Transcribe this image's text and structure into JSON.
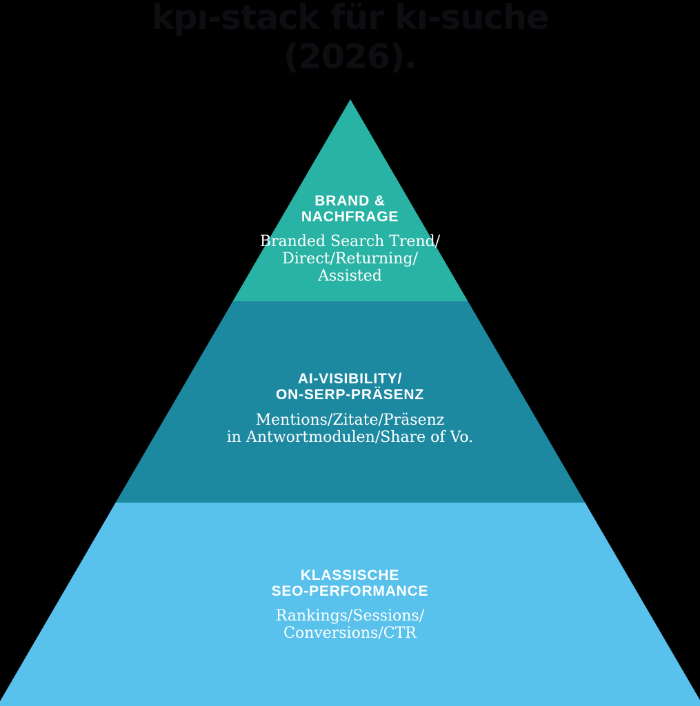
{
  "page": {
    "background_color": "#000000",
    "text_color": "#ffffff"
  },
  "title": {
    "line1": "kpı-stack für kı-suche",
    "line2": "(2026).",
    "color": "#0c0e12"
  },
  "pyramid": {
    "type": "pyramid-diagram",
    "tiers": [
      {
        "name": "brand-und-nachfrage",
        "heading": "BRAND &\nNACHFRAGE",
        "body": "Branded Search Trend/\nDirect/Returning/\nAssisted",
        "color": "#29b3a4"
      },
      {
        "name": "ai-visibility-on-serp-praesenz",
        "heading": "AI-VISIBILITY/\nON-SERP-PRÄSENZ",
        "body": "Mentions/Zitate/Präsenz\nin Antwortmodulen/Share of Vo.",
        "color": "#1d89a1"
      },
      {
        "name": "klassische-seo-performance",
        "heading": "KLASSISCHE\nSEO-PERFORMANCE",
        "body": "Rankings/Sessions/\nConversions/CTR",
        "color": "#58c1ec"
      }
    ]
  }
}
